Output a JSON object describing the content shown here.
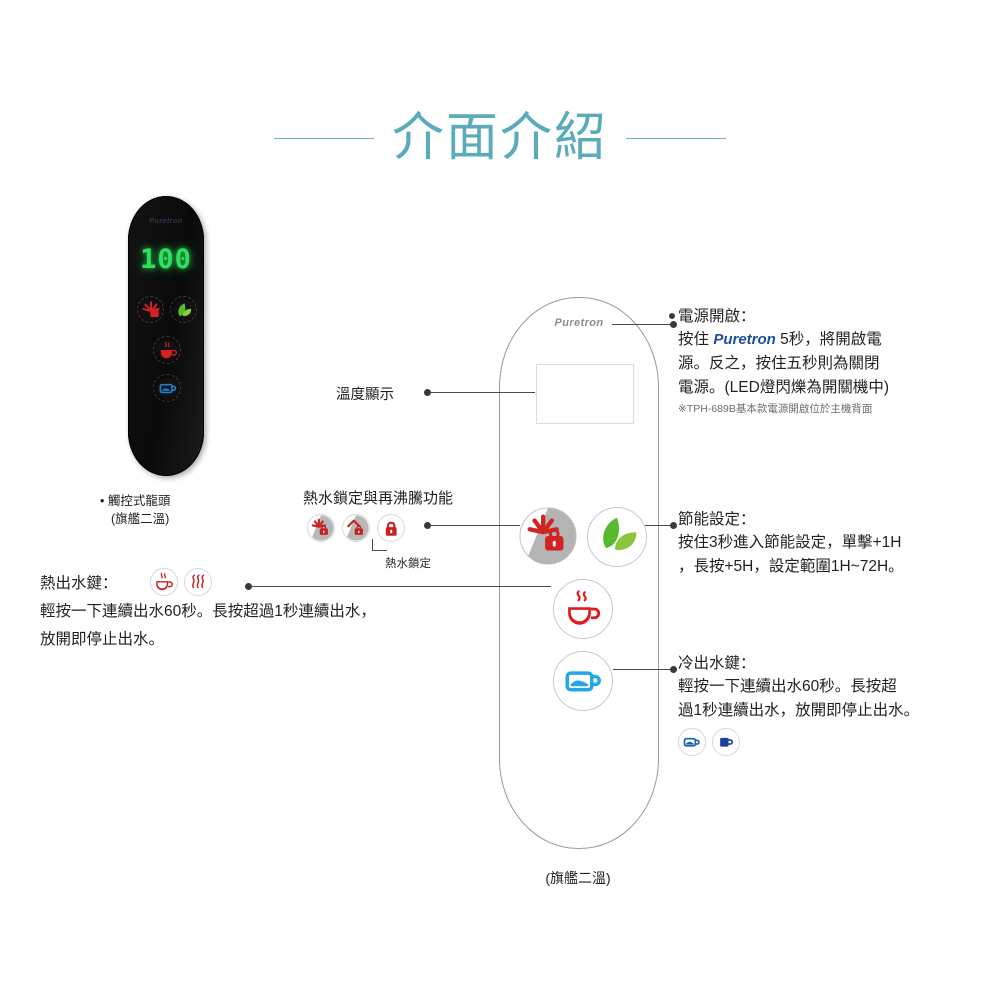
{
  "page": {
    "title": "介面介紹",
    "accent_color": "#5aacbb"
  },
  "black_device": {
    "logo": "Puretron",
    "led_value": "100",
    "led_color": "#2ee05a",
    "caption_line1": "• 觸控式龍頭",
    "caption_line2": "(旗艦二溫)",
    "buttons": [
      {
        "name": "lock-reboil-button",
        "icon": "burst-lock-icon"
      },
      {
        "name": "eco-button",
        "icon": "leaves-icon"
      },
      {
        "name": "hot-water-button",
        "icon": "red-cup-icon"
      },
      {
        "name": "cold-water-button",
        "icon": "blue-cup-icon"
      }
    ]
  },
  "white_device": {
    "logo": "Puretron",
    "caption": "(旗艦二溫)",
    "buttons": [
      {
        "name": "lock-reboil-button",
        "icon": "burst-lock-icon"
      },
      {
        "name": "eco-button",
        "icon": "leaves-icon"
      },
      {
        "name": "hot-water-button",
        "icon": "red-cup-icon"
      },
      {
        "name": "cold-water-button",
        "icon": "blue-cup-icon"
      }
    ]
  },
  "labels": {
    "temperature_display": "溫度顯示",
    "hot_lock_title": "熱水鎖定與再沸騰功能",
    "hot_lock_sub": "熱水鎖定"
  },
  "callouts": {
    "power": {
      "heading": "電源開啟：",
      "line1_before": "按住 ",
      "brand": "Puretron",
      "line1_after": " 5秒，將開啟電",
      "line2": "源。反之，按住五秒則為關閉",
      "line3": "電源。(LED燈閃爍為開關機中)",
      "note": "※TPH-689B基本款電源開啟位於主機背面"
    },
    "eco": {
      "heading": "節能設定：",
      "line1": "按住3秒進入節能設定，單擊+1H",
      "line2": "，長按+5H，設定範圍1H~72H。"
    },
    "cold": {
      "heading": "冷出水鍵：",
      "line1": "輕按一下連續出水60秒。長按超",
      "line2": "過1秒連續出水，放開即停止出水。"
    },
    "hot": {
      "heading": "熱出水鍵：",
      "line1": "輕按一下連續出水60秒。長按超過1秒連續出水，",
      "line2": "放開即停止出水。"
    }
  }
}
